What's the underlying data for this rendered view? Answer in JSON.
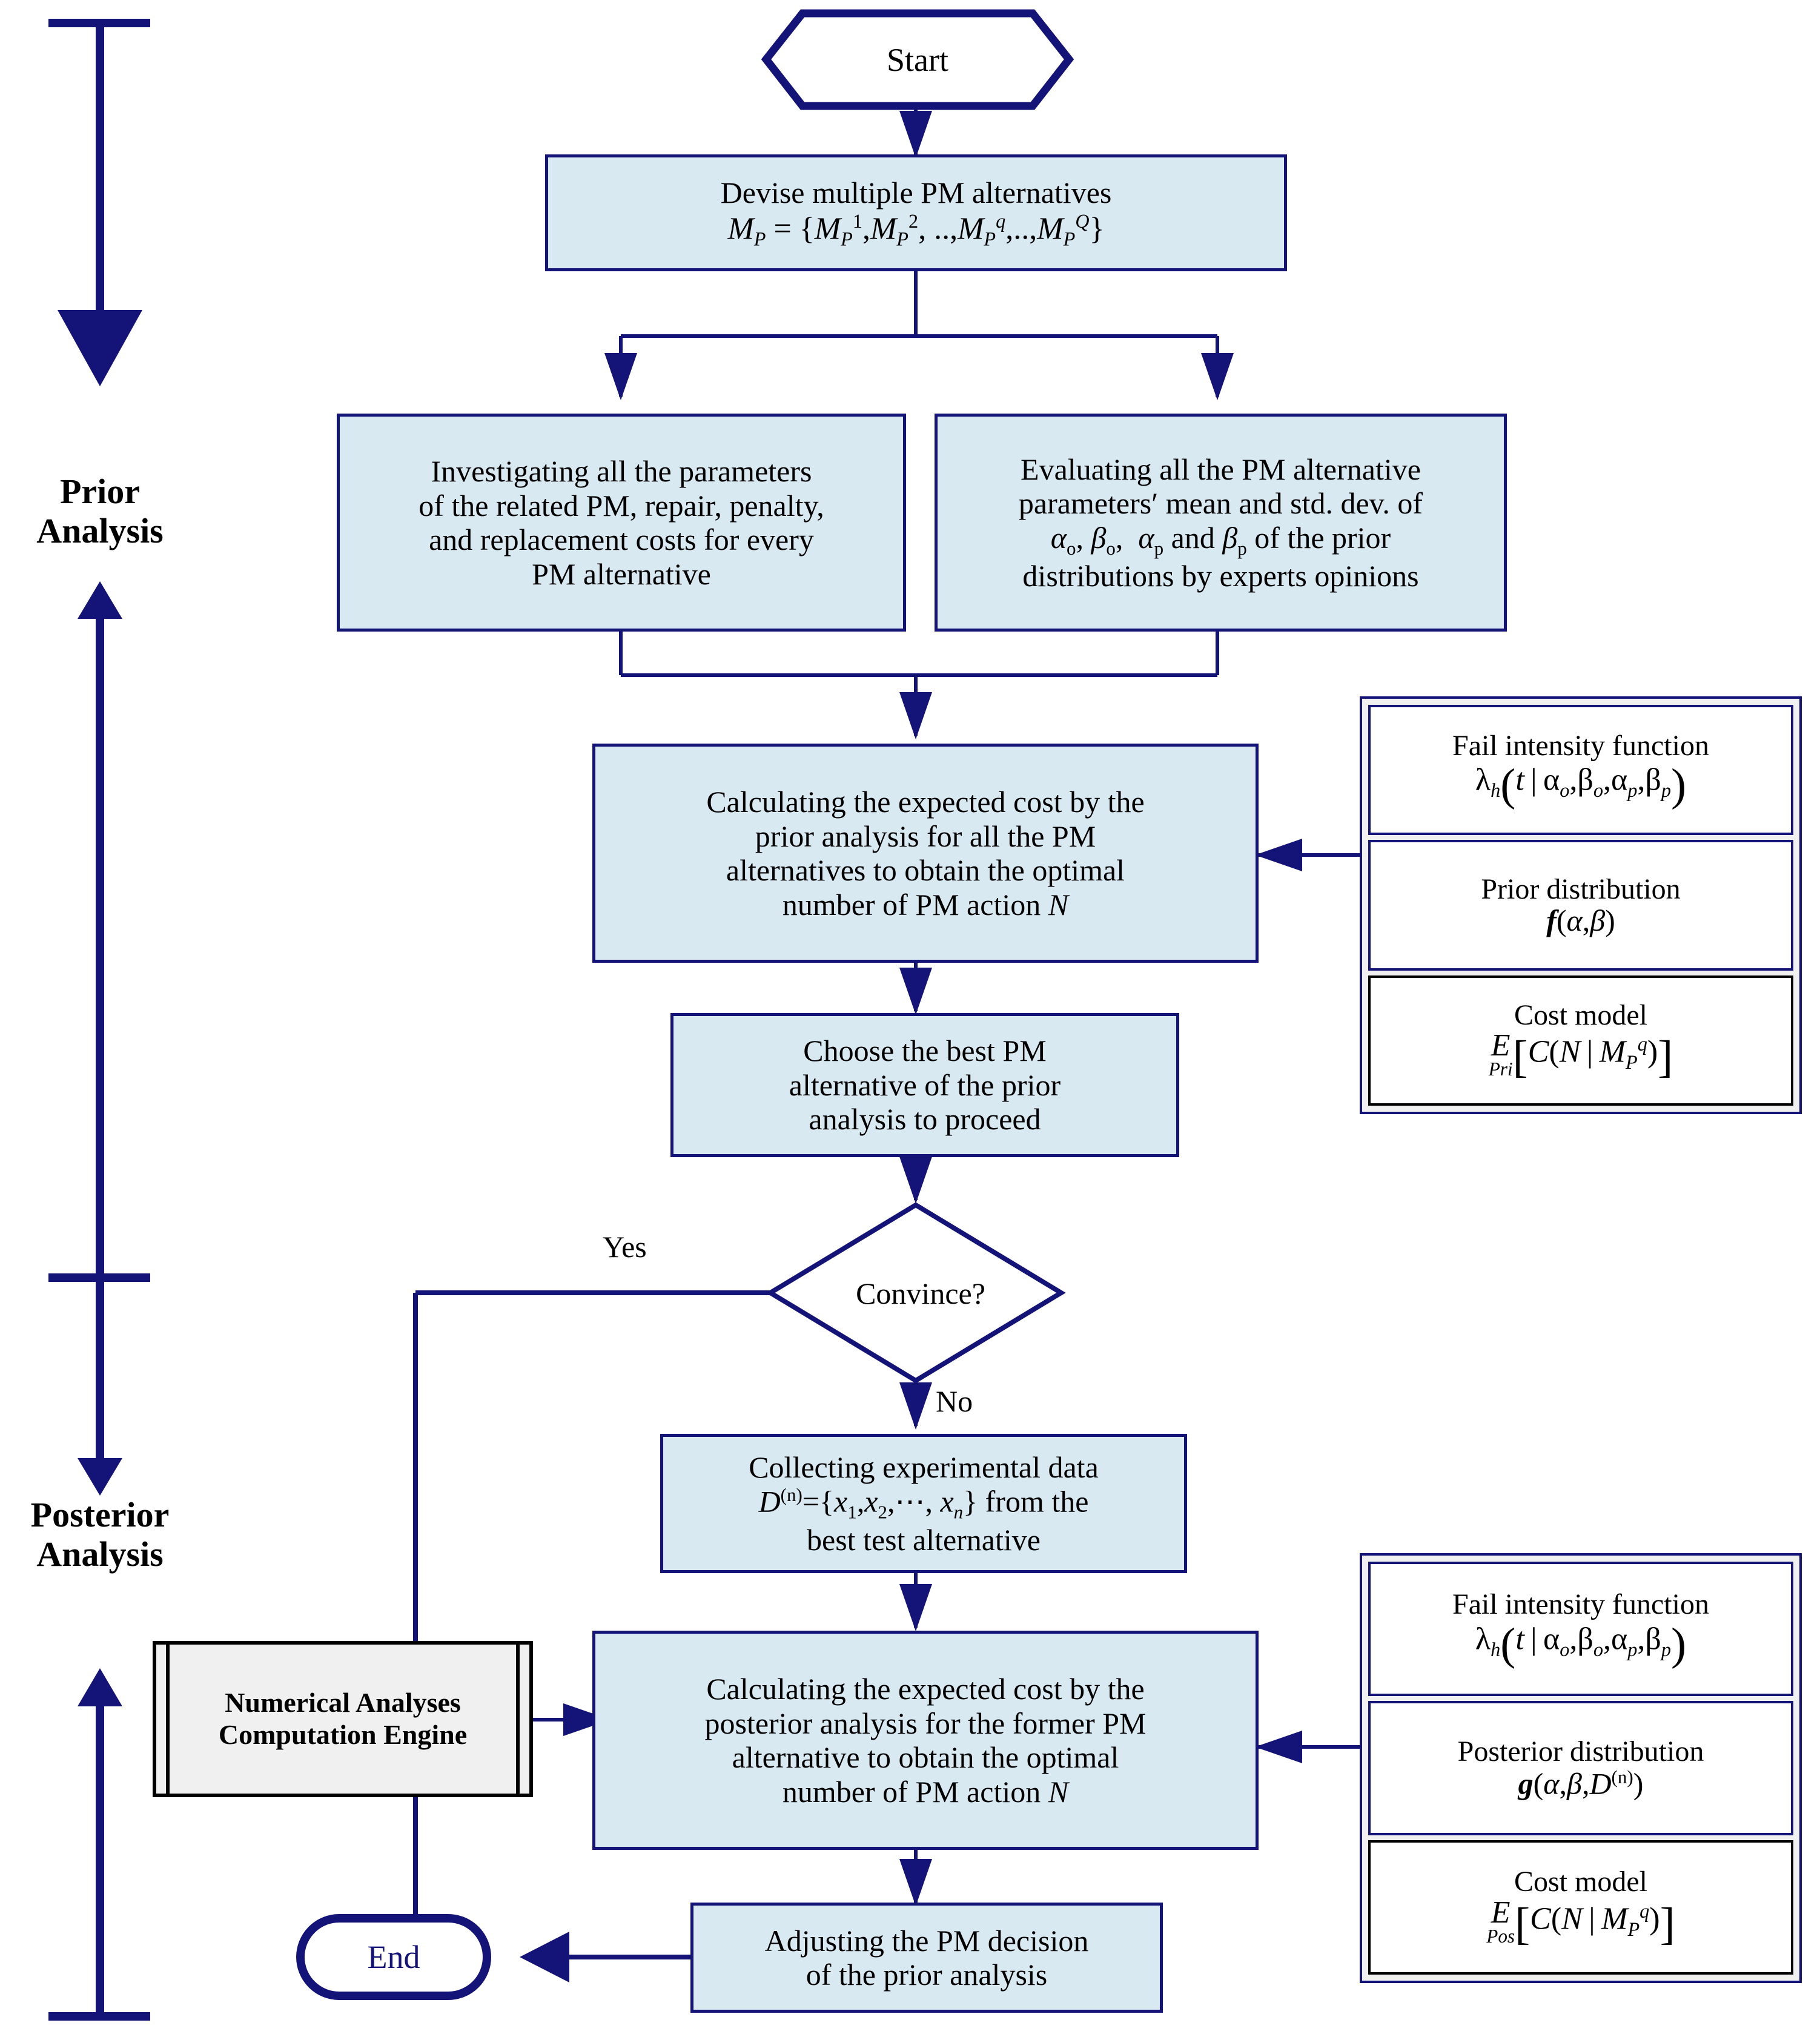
{
  "diagram": {
    "title_phases": {
      "prior": "Prior\nAnalysis",
      "prior_line1": "Prior",
      "prior_line2": "Analysis",
      "posterior_line1": "Posterior",
      "posterior_line2": "Analysis"
    }
  },
  "nodes": {
    "start": {
      "label": "Start",
      "shape": "hexagon"
    },
    "devise": {
      "line1": "Devise multiple PM alternatives",
      "formula": "M_P = {M_P^1, M_P^2, .., M_P^q, .., M_P^Q}",
      "shape": "process"
    },
    "investigate": {
      "line1": "Investigating all the parameters",
      "line2": "of the related PM, repair, penalty,",
      "line3": "and replacement costs for every",
      "line4": "PM alternative",
      "shape": "process"
    },
    "evaluate": {
      "line1": "Evaluating all the PM alternative",
      "line2": "parameters′ mean and std. dev. of",
      "line3": "αo, βo,  αp and βp of the prior",
      "line4": "distributions by experts opinions",
      "shape": "process"
    },
    "calc_prior": {
      "line1": "Calculating the expected cost by the",
      "line2": "prior analysis for all the PM",
      "line3": "alternatives to obtain the optimal",
      "line4": "number of PM action N",
      "shape": "process"
    },
    "choose_best": {
      "line1": "Choose the best PM",
      "line2": "alternative of the prior",
      "line3": "analysis to proceed",
      "shape": "process"
    },
    "convince": {
      "label": "Convince?",
      "shape": "diamond"
    },
    "collect": {
      "line1": "Collecting experimental data",
      "formula": "D(n)={x1,x2,⋯, xn} from the",
      "line3": "best test alternative",
      "shape": "process"
    },
    "calc_post": {
      "line1": "Calculating the expected cost by the",
      "line2": "posterior analysis for the former PM",
      "line3": "alternative to obtain the optimal",
      "line4": "number of PM action N",
      "shape": "process"
    },
    "engine": {
      "line1": "Numerical Analyses",
      "line2": "Computation Engine",
      "shape": "predefined-process"
    },
    "adjust": {
      "line1": "Adjusting the PM decision",
      "line2": "of the prior analysis",
      "shape": "process"
    },
    "end": {
      "label": "End",
      "shape": "terminator"
    }
  },
  "edge_labels": {
    "yes": "Yes",
    "no": "No"
  },
  "side_panels": {
    "prior": {
      "cells": [
        {
          "title": "Fail intensity function",
          "formula": "λh(t | αo, βo, αp, βp)"
        },
        {
          "title": "Prior distribution",
          "formula": "f(α,β)"
        },
        {
          "title": "Cost model",
          "formula": "E Pri [ C(N | M_P^q) ]"
        }
      ]
    },
    "posterior": {
      "cells": [
        {
          "title": "Fail intensity function",
          "formula": "λh(t | αo, βo, αp, βp)"
        },
        {
          "title": "Posterior distribution",
          "formula": "g(α,β,D(n))"
        },
        {
          "title": "Cost model",
          "formula": "E Pos [ C(N | M_P^q) ]"
        }
      ]
    }
  },
  "colors": {
    "process_fill": "#d9e9f2",
    "border_navy": "#141478",
    "panel_fill": "#f0f0f0",
    "engine_border": "#000000",
    "text": "#000000"
  }
}
